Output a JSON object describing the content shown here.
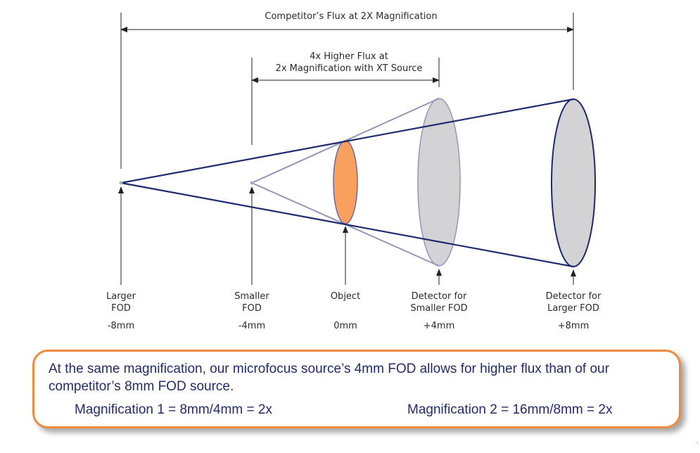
{
  "labels": {
    "top_span": "Competitor’s Flux at 2X Magnification",
    "inner_span_line1": "4x Higher Flux at",
    "inner_span_line2": "2x Magnification with XT Source",
    "larger_fod_line1": "Larger",
    "larger_fod_line2": "FOD",
    "larger_fod_pos": "-8mm",
    "smaller_fod_line1": "Smaller",
    "smaller_fod_line2": "FOD",
    "smaller_fod_pos": "-4mm",
    "object_line1": "Object",
    "object_pos": "0mm",
    "det_small_line1": "Detector for",
    "det_small_line2": "Smaller FOD",
    "det_small_pos": "+4mm",
    "det_large_line1": "Detector for",
    "det_large_line2": "Larger FOD",
    "det_large_pos": "+8mm"
  },
  "callout": {
    "text": "At the same magnification, our microfocus source’s 4mm FOD allows for higher flux than of our competitor’s 8mm FOD source.",
    "eq1": "Magnification 1 = 8mm/4mm = 2x",
    "eq2": "Magnification 2 = 16mm/8mm = 2x"
  },
  "corner_mark": ".",
  "colors": {
    "large_beam": "#1e2a6e",
    "small_beam": "#9893b8",
    "object_fill": "#f9a05f",
    "object_stroke": "#6d6aa6",
    "detector_fill": "#d3d3d6",
    "callout_border": "#f08a3c",
    "callout_text": "#232b6b"
  }
}
